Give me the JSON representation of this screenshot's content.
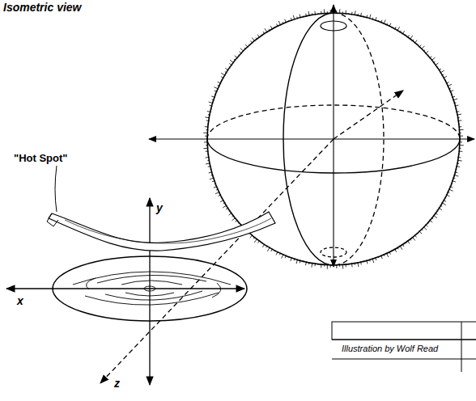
{
  "diagram": {
    "title": "Isometric view",
    "labels": [
      "\"Hot Spot\"",
      "y",
      "x",
      "z",
      "Illustration by Wolf Read"
    ]
  }
}
